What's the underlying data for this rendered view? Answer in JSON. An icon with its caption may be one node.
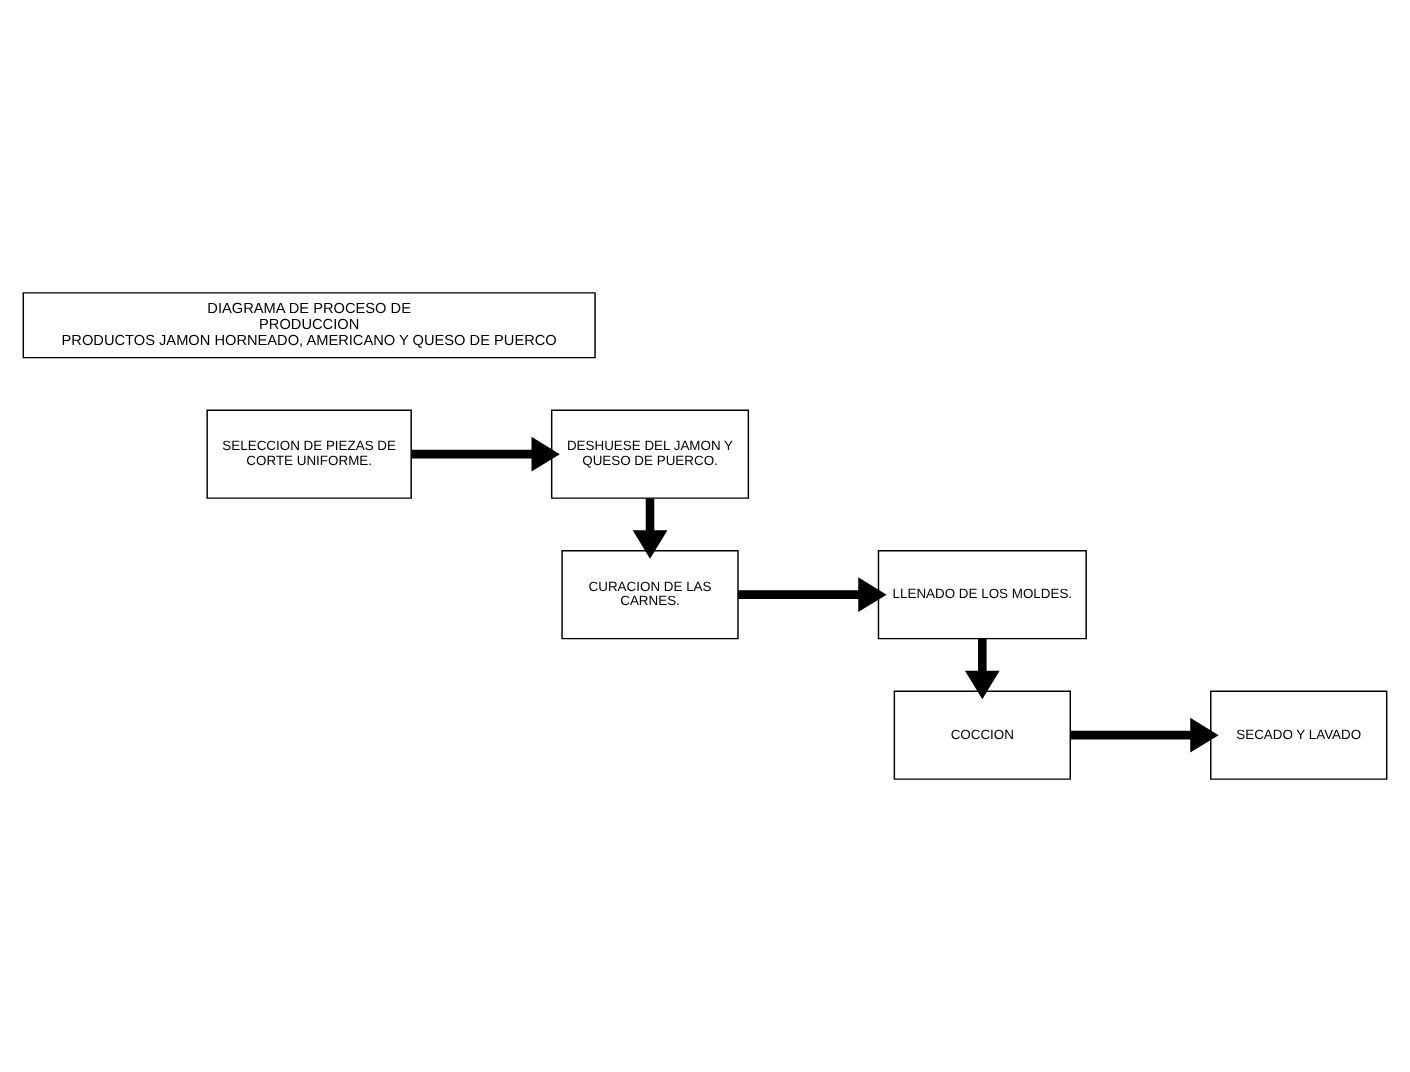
{
  "diagram": {
    "nodes": [
      {
        "text": [
          "DIAGRAMA DE PROCESO DE PRODUCCION",
          "PRODUCTOS JAMON HORNEADO, AMERICANO Y QUESO DE PUERCO"
        ]
      },
      {
        "text": [
          "SELECCION DE PIEZAS DE CORTE UNIFORME."
        ]
      },
      {
        "text": [
          "DESHUESE DEL JAMON Y QUESO DE PUERCO."
        ]
      },
      {
        "text": [
          "CURACION DE LAS CARNES."
        ]
      },
      {
        "text": [
          "LLENADO DE LOS MOLDES."
        ]
      },
      {
        "text": [
          "COCCION"
        ]
      },
      {
        "text": [
          "SECADO Y LAVADO"
        ]
      }
    ],
    "edges": [
      {
        "from": 1,
        "to": 2,
        "arrow": "to"
      },
      {
        "from": 2,
        "to": 3,
        "arrow": "to"
      },
      {
        "from": 3,
        "to": 4,
        "arrow": "to"
      },
      {
        "from": 4,
        "to": 5,
        "arrow": "to"
      },
      {
        "from": 5,
        "to": 6,
        "arrow": "to"
      }
    ]
  }
}
